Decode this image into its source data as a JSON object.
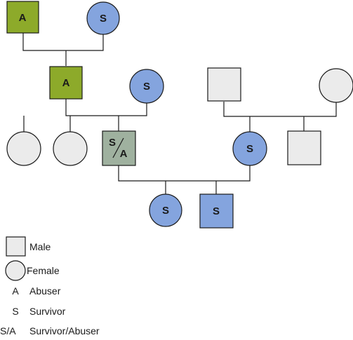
{
  "colors": {
    "abuser": "#8daa2a",
    "survivor": "#84a4de",
    "survivor_abuser": "#9fb19f",
    "neutral": "#ebebeb",
    "stroke": "#1a1a1a"
  },
  "people": {
    "gen1_male": {
      "sex": "male",
      "role": "abuser",
      "label": "A"
    },
    "gen1_female": {
      "sex": "female",
      "role": "survivor",
      "label": "S"
    },
    "gen2_male": {
      "sex": "male",
      "role": "abuser",
      "label": "A"
    },
    "gen2_female": {
      "sex": "female",
      "role": "survivor",
      "label": "S"
    },
    "gen2_right_male": {
      "sex": "male",
      "role": "none",
      "label": ""
    },
    "gen2_right_female": {
      "sex": "female",
      "role": "none",
      "label": ""
    },
    "gen3_daughter1": {
      "sex": "female",
      "role": "none",
      "label": ""
    },
    "gen3_daughter2": {
      "sex": "female",
      "role": "none",
      "label": ""
    },
    "gen3_son": {
      "sex": "male",
      "role": "survivor_abuser",
      "label_top": "S",
      "label_bottom": "A"
    },
    "gen3_right_daughter": {
      "sex": "female",
      "role": "survivor",
      "label": "S"
    },
    "gen3_right_son": {
      "sex": "male",
      "role": "none",
      "label": ""
    },
    "gen4_daughter": {
      "sex": "female",
      "role": "survivor",
      "label": "S"
    },
    "gen4_son": {
      "sex": "male",
      "role": "survivor",
      "label": "S"
    }
  },
  "legend": {
    "male": "Male",
    "female": "Female",
    "abuser_key": "A",
    "abuser": "Abuser",
    "survivor_key": "S",
    "survivor": "Survivor",
    "survivor_abuser_key": "S/A",
    "survivor_abuser": "Survivor/Abuser"
  }
}
